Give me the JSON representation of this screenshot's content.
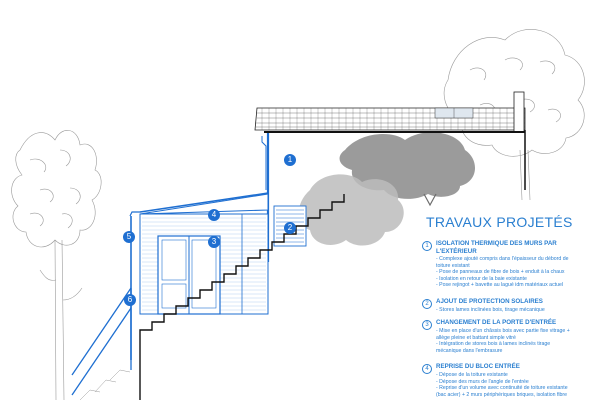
{
  "legend": {
    "title": "TRAVAUX PROJETÉS",
    "items": [
      {
        "num": "1",
        "head": "ISOLATION THERMIQUE DES MURS PAR L'EXTÉRIEUR",
        "lines": [
          "- Complexe ajouté compris dans l'épaisseur du débord de",
          "toiture existant",
          "- Pose de panneaux de fibre de bois + enduit à la chaux",
          "- Isolation en retour de la baie existante",
          "- Pose rejingot + bavette au lagué idm matériaux actuel"
        ]
      },
      {
        "num": "2",
        "head": "AJOUT DE PROTECTION SOLAIRES",
        "lines": [
          "- Stores lames inclinées bois, tirage mécanique"
        ]
      },
      {
        "num": "3",
        "head": "CHANGEMENT DE LA PORTE D'ENTRÉE",
        "lines": [
          "- Mise en place d'un châssis bois avec partie fixe vitrage +",
          "allège pleine et battant simple vitré",
          "- Intégration de stores bois à lames inclinés tirage",
          "mécanique dans l'embrasure"
        ]
      },
      {
        "num": "4",
        "head": "REPRISE DU BLOC ENTRÉE",
        "lines": [
          "- Dépose de la toiture existante",
          "- Dépose des murs de l'angle de l'entrée",
          "- Reprise d'un volume avec continuité de toiture existante",
          "(bac acier) + 2 murs périphériques briques, isolation fibre"
        ]
      }
    ]
  },
  "markers": [
    {
      "label": "1"
    },
    {
      "label": "2"
    },
    {
      "label": "3"
    },
    {
      "label": "4"
    },
    {
      "label": "5"
    },
    {
      "label": "6"
    }
  ],
  "colors": {
    "accent": "#1f6fd1",
    "text_blue": "#2a7fd0",
    "line": "#111111",
    "tree_grey": "#8a8a8a"
  }
}
